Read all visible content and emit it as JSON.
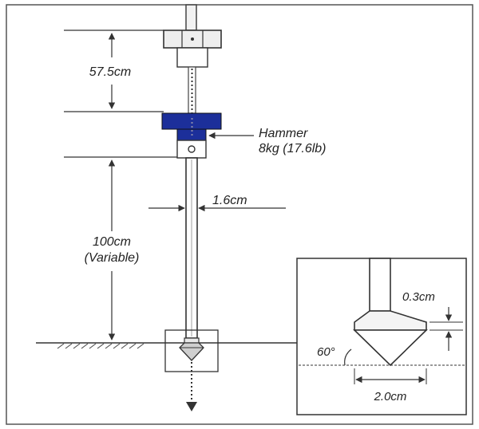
{
  "labels": {
    "drop_height": "57.5cm",
    "hammer_name": "Hammer",
    "hammer_mass": "8kg (17.6lb)",
    "rod_diameter": "1.6cm",
    "penetration_length": "100cm",
    "penetration_note": "(Variable)",
    "cone_step": "0.3cm",
    "cone_angle": "60°",
    "cone_diameter": "2.0cm"
  },
  "colors": {
    "hammer": "#1c2f9a",
    "line": "#333333",
    "frame": "#444444"
  }
}
